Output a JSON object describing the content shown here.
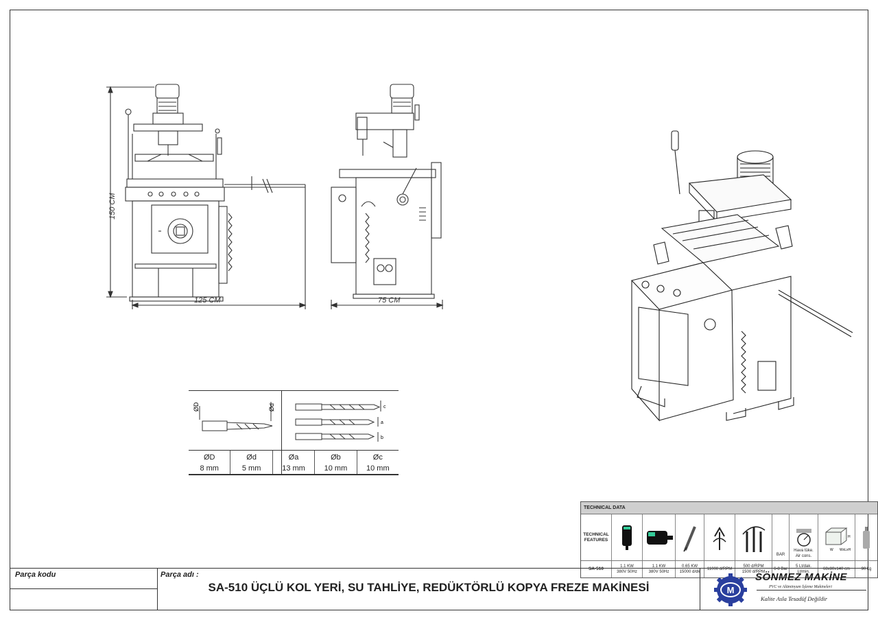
{
  "drawing": {
    "dim_height": "150 CM",
    "dim_front_width": "125 CM",
    "dim_side_width": "75 CM"
  },
  "bits": {
    "labels": {
      "D": "ØD",
      "d": "Ød",
      "a": "a",
      "b": "b",
      "c": "c"
    },
    "columns": [
      {
        "name": "ØD",
        "value": "8 mm"
      },
      {
        "name": "Ød",
        "value": "5 mm"
      },
      {
        "name": "Øa",
        "value": "13 mm"
      },
      {
        "name": "Øb",
        "value": "10 mm"
      },
      {
        "name": "Øc",
        "value": "10 mm"
      }
    ]
  },
  "tech": {
    "title": "TECHNICAL DATA",
    "features_label_1": "TECHNICAL",
    "features_label_2": "FEATURES",
    "bar_label": "BAR",
    "air_label_1": "Hava tüke.",
    "air_label_2": "Air cons.",
    "dim_w": "W",
    "dim_h": "H",
    "dim_wxlxh": "WxLxH",
    "model": "SA-510",
    "values": [
      [
        "1.1 KW",
        "380V 50Hz"
      ],
      [
        "1.1 KW",
        "380V 50Hz"
      ],
      [
        "0.65 KW",
        "15000 d/dk"
      ],
      [
        "11000 d/RPM",
        ""
      ],
      [
        "500 d/RPM",
        "1500 d/RPM"
      ],
      [
        "6-8 Bar",
        ""
      ],
      [
        "5 Lt/dak.",
        "Lt/min."
      ],
      [
        "68x80x140 cm",
        ""
      ],
      [
        "90 kg",
        ""
      ]
    ]
  },
  "title_block": {
    "code_label": "Parça kodu",
    "name_label": "Parça adı :",
    "name": "SA-510 ÜÇLÜ KOL YERİ, SU TAHLİYE, REDÜKTÖRLÜ KOPYA FREZE MAKİNESİ",
    "brand": "SÖNMEZ MAKİNE",
    "brand_sub": "PVC ve Alüminyum İşleme Makineleri",
    "motto": "Kalite Asla Tesadüf Değildir",
    "logo_letter": "M"
  }
}
